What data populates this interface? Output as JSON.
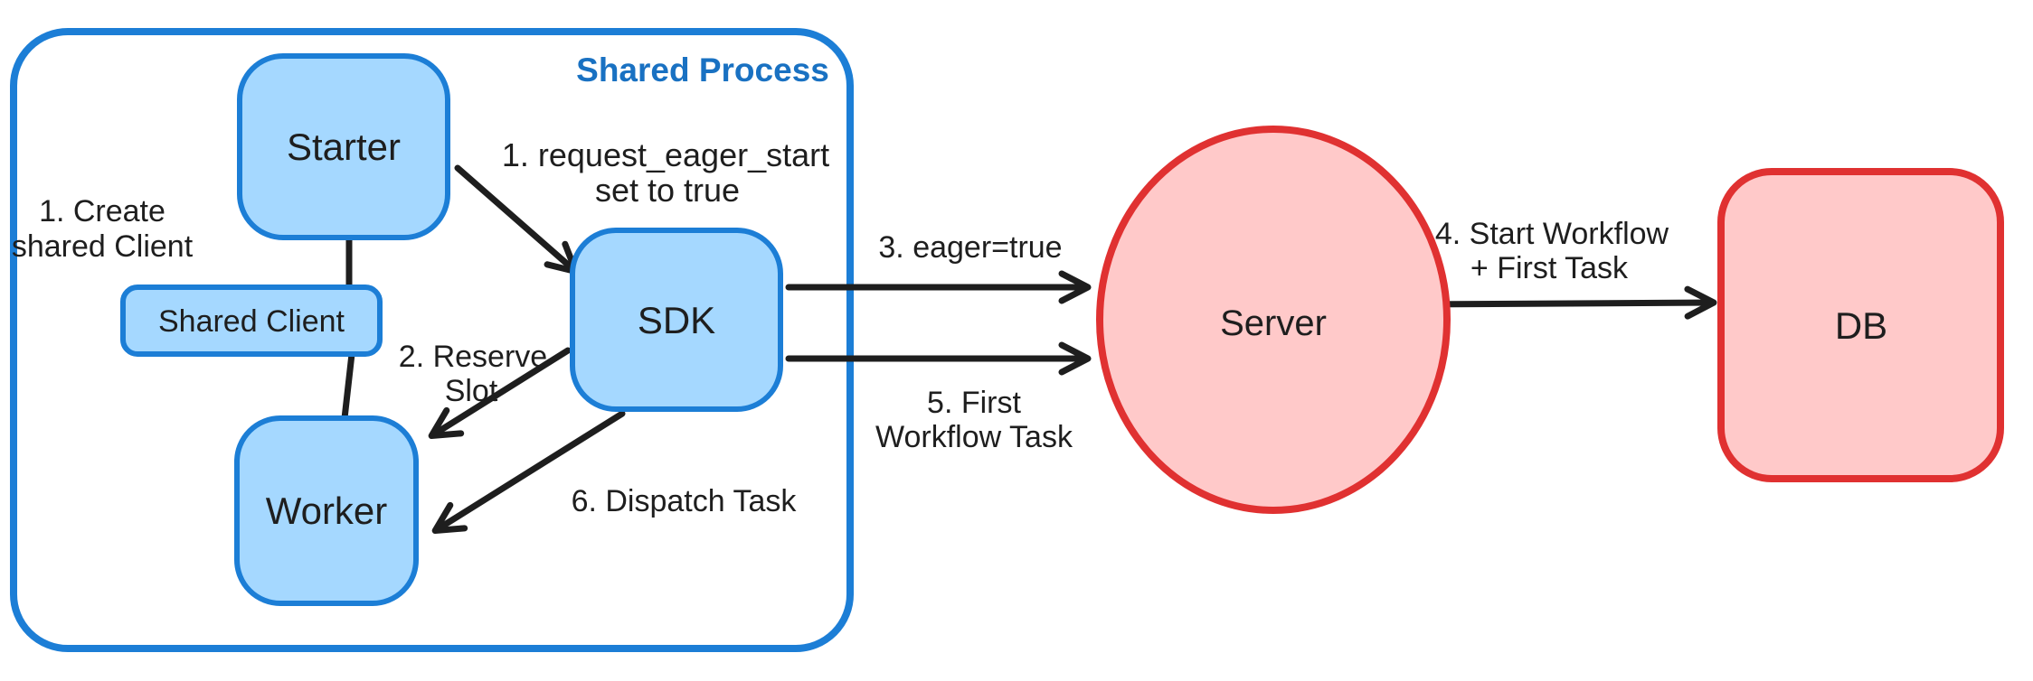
{
  "colors": {
    "background": "#ffffff",
    "blue_stroke": "#1c7ed6",
    "blue_fill": "#a5d8ff",
    "blue_text": "#1971c2",
    "red_stroke": "#e03131",
    "red_fill": "#ffc9c9",
    "ink": "#1e1e1e"
  },
  "container": {
    "label": "Shared Process"
  },
  "nodes": {
    "starter": {
      "label": "Starter"
    },
    "shared_client": {
      "label": "Shared Client"
    },
    "worker": {
      "label": "Worker"
    },
    "sdk": {
      "label": "SDK"
    },
    "server": {
      "label": "Server"
    },
    "db": {
      "label": "DB"
    }
  },
  "annotations": {
    "create_shared_client": {
      "line1": "1. Create",
      "line2": "shared Client"
    },
    "request_eager_start": {
      "line1": "1. request_eager_start",
      "line2": "set to true"
    },
    "reserve_slot": {
      "line1": "2. Reserve",
      "line2": "Slot"
    },
    "eager_true": {
      "line1": "3. eager=true"
    },
    "start_workflow_first_task": {
      "line1": "4. Start Workflow",
      "line2": "+ First Task"
    },
    "first_workflow_task": {
      "line1": "5. First",
      "line2": "Workflow Task"
    },
    "dispatch_task": {
      "line1": "6. Dispatch Task"
    }
  },
  "edges": [
    {
      "from": "Starter",
      "to": "Shared Client",
      "style": "plain-line"
    },
    {
      "from": "Shared Client",
      "to": "Worker",
      "style": "plain-line"
    },
    {
      "from": "Starter",
      "to": "SDK",
      "style": "arrow",
      "label": "1. request_eager_start set to true"
    },
    {
      "from": "SDK",
      "to": "Worker",
      "style": "arrow",
      "label": "2. Reserve Slot"
    },
    {
      "from": "SDK",
      "to": "Server",
      "style": "arrow",
      "label": "3. eager=true"
    },
    {
      "from": "Server",
      "to": "DB",
      "style": "arrow",
      "label": "4. Start Workflow + First Task"
    },
    {
      "from": "SDK",
      "to": "Server",
      "style": "arrow",
      "label": "5. First Workflow Task"
    },
    {
      "from": "SDK",
      "to": "Worker",
      "style": "arrow",
      "label": "6. Dispatch Task"
    }
  ]
}
